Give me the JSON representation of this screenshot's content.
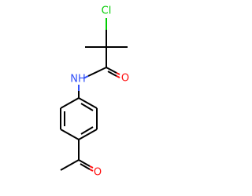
{
  "molecule": {
    "atoms": [
      {
        "id": "cl",
        "element": "Cl",
        "label": "Cl",
        "color": "#00cc00"
      },
      {
        "id": "nh",
        "element": "N",
        "label": "NH",
        "color": "#3050f8"
      },
      {
        "id": "o_amide",
        "element": "O",
        "label": "O",
        "color": "#ff0d0d"
      },
      {
        "id": "o_ketone",
        "element": "O",
        "label": "O",
        "color": "#ff0d0d"
      }
    ],
    "bond_color": "#000000",
    "background": "#ffffff"
  }
}
